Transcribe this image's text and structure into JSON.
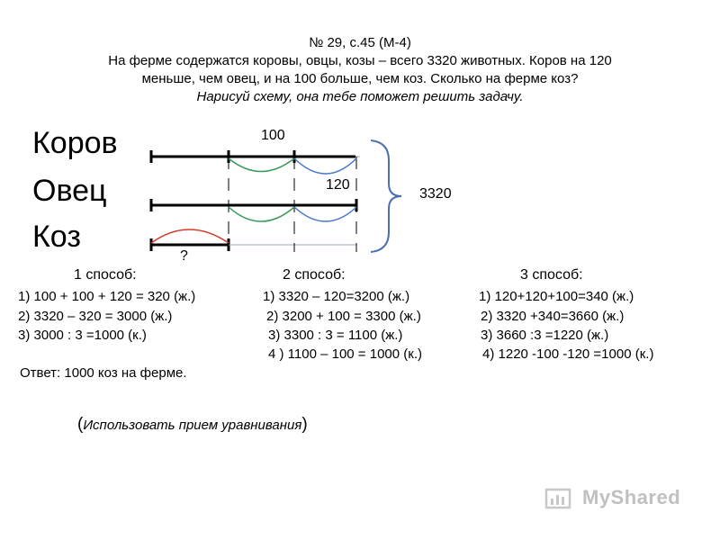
{
  "header": {
    "line1": "№ 29, с.45 (М-4)",
    "line2": "На ферме содержатся коровы, овцы, козы – всего 3320 животных. Коров на 120",
    "line3": "меньше, чем овец, и на 100 больше, чем коз. Сколько на ферме коз?",
    "line4": "Нарисуй схему, она тебе поможет решить задачу."
  },
  "labels": {
    "cows": "Коров",
    "sheep": "Овец",
    "goats": "Коз"
  },
  "scheme": {
    "num_100": "100",
    "num_120": "120",
    "total": "3320",
    "unknown": "?"
  },
  "methods": {
    "m1": {
      "title": "1 способ:",
      "steps": [
        "1)   100 + 100 + 120 = 320 (ж.)",
        "2)  3320 – 320 = 3000 (ж.)",
        "3)  3000 : 3 =1000 (к.)"
      ]
    },
    "m2": {
      "title": "2 способ:",
      "steps": [
        "1) 3320 – 120=3200 (ж.)",
        "2) 3200 + 100 = 3300 (ж.)",
        "3) 3300 : 3 = 1100 (ж.)",
        "4 ) 1100 – 100 = 1000 (к.)"
      ]
    },
    "m3": {
      "title": "3 способ:",
      "steps": [
        "1) 120+120+100=340 (ж.)",
        "2) 3320 +340=3660 (ж.)",
        "3) 3660 :3 =1220 (ж.)",
        "4) 1220 -100 -120 =1000 (к.)"
      ]
    }
  },
  "answer": "Ответ: 1000 коз на ферме.",
  "hint": {
    "open": "(",
    "text": "Использовать прием уравнивания",
    "close": ")"
  },
  "watermark": "MyShared",
  "colors": {
    "green": "#3a9a5b",
    "blue": "#4a78c8",
    "red": "#d23a2a"
  }
}
